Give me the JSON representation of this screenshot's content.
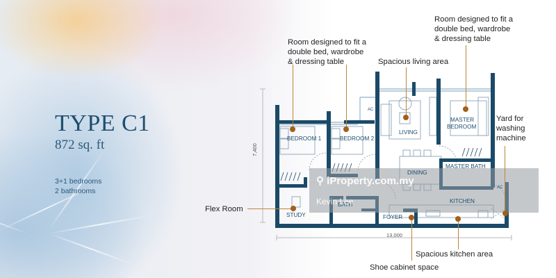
{
  "unit": {
    "title": "TYPE C1",
    "area": "872 sq. ft",
    "bedrooms": "3+1 bedrooms",
    "bathrooms": "2 bathrooms"
  },
  "callouts": {
    "bedroom2": [
      "Room designed to fit a",
      "double bed, wardrobe",
      "& dressing table"
    ],
    "master": [
      "Room designed to fit a",
      "double bed, wardrobe",
      "& dressing table"
    ],
    "living": "Spacious living area",
    "yard": [
      "Yard for",
      "washing",
      "machine"
    ],
    "flex": "Flex Room",
    "kitchen": "Spacious kitchen area",
    "shoe": "Shoe cabinet space"
  },
  "rooms": {
    "bedroom1": "BEDROOM 1",
    "bedroom2": "BEDROOM 2",
    "living": "LIVING",
    "master1": "MASTER",
    "master2": "BEDROOM",
    "dining": "DINING",
    "master_bath": "MASTER BATH",
    "study": "STUDY",
    "bath": "BATH",
    "foyer": "FOYER",
    "kitchen": "KITCHEN",
    "ac1": "AC",
    "ac2": "AC"
  },
  "dimensions": {
    "height": "7,400",
    "width": "13,000"
  },
  "watermark": {
    "site": "iProperty.com.my",
    "agent": "Kevin Lee"
  },
  "colors": {
    "wall": "#1b4a68",
    "leader": "#b8863c",
    "dot": "#a35f18",
    "text": "#1d4e6e"
  }
}
